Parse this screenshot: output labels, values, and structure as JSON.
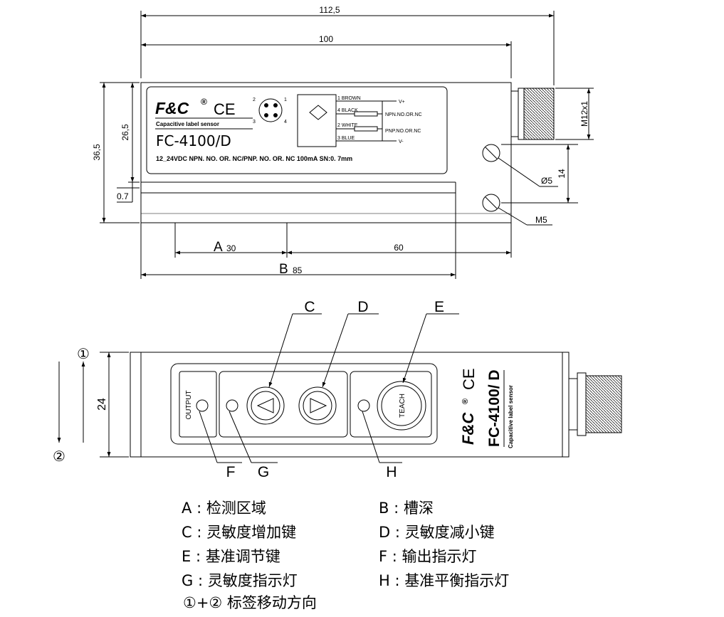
{
  "top_view": {
    "dims": {
      "total_length": "112,5",
      "body_length": "100",
      "height": "36,5",
      "upper_height": "26,5",
      "slot_gap": "0.7",
      "connector": "M12x1",
      "hole_pitch": "14",
      "hole_diameter": "Ø5",
      "mount_thread": "M5",
      "a_value": "30",
      "right_span": "60",
      "b_value": "85"
    },
    "dim_letters": {
      "a": "A",
      "b": "B"
    },
    "label": {
      "brand": "F&C",
      "reg_mark": "®",
      "ce_mark": "CE",
      "subtitle": "Capacitive label sensor",
      "model": "FC-4100/D",
      "spec_line": "12_24VDC  NPN. NO. OR. NC/PNP. NO. OR. NC  100mA  SN:0. 7mm",
      "pin_numbers": [
        "2",
        "1",
        "3",
        "4"
      ],
      "wires": [
        "1 BROWN",
        "4 BLACK",
        "2 WHITE",
        "3 BLUE"
      ],
      "outputs": [
        "V+",
        "NPN.NO.OR.NC",
        "PNP.NO.OR.NC",
        "V-"
      ]
    }
  },
  "front_view": {
    "height_dim": "24",
    "direction_marks": [
      "①",
      "②"
    ],
    "output_label": "OUTPUT",
    "teach_label": "TEACH",
    "brand": "F&C",
    "reg_mark": "®",
    "ce_mark": "CE",
    "model": "FC-4100/ D",
    "subtitle": "Capacitive label sensor",
    "callouts": [
      "C",
      "D",
      "E",
      "F",
      "G",
      "H"
    ]
  },
  "legend": [
    {
      "key": "A",
      "sep": ":",
      "text": "检测区域"
    },
    {
      "key": "B",
      "sep": ":",
      "text": "槽深"
    },
    {
      "key": "C",
      "sep": ":",
      "text": "灵敏度增加键"
    },
    {
      "key": "D",
      "sep": ":",
      "text": "灵敏度减小键"
    },
    {
      "key": "E",
      "sep": ":",
      "text": "基准调节键"
    },
    {
      "key": "F",
      "sep": ":",
      "text": "输出指示灯"
    },
    {
      "key": "G",
      "sep": ":",
      "text": "灵敏度指示灯"
    },
    {
      "key": "H",
      "sep": ":",
      "text": "基准平衡指示灯"
    }
  ],
  "direction_note": "①+② 标签移动方向"
}
